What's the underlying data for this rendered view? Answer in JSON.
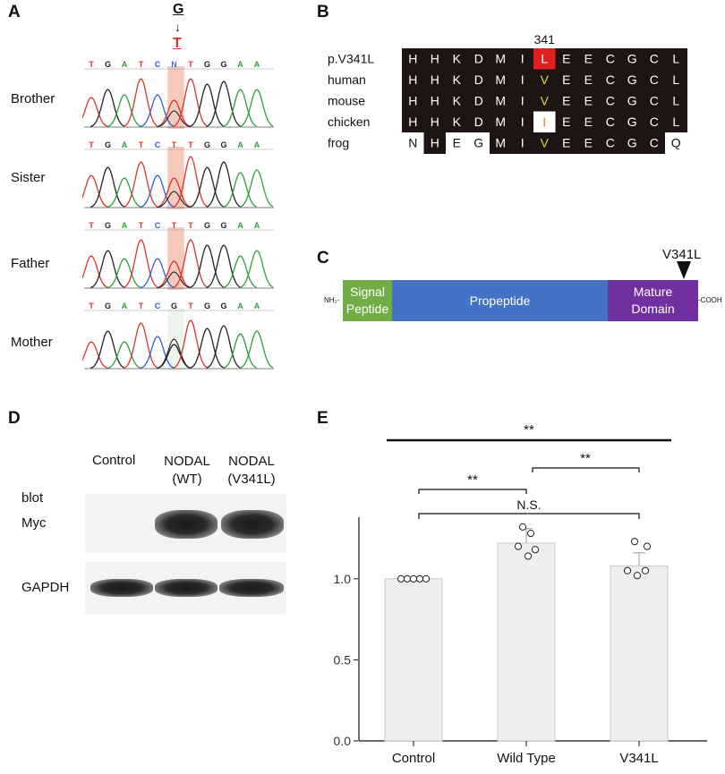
{
  "panels": {
    "a": "A",
    "b": "B",
    "c": "C",
    "d": "D",
    "e": "E"
  },
  "panel_a": {
    "mut_from": "G",
    "arrow": "↓",
    "mut_to": "T",
    "bases": [
      "T",
      "G",
      "A",
      "T",
      "C",
      "N",
      "T",
      "G",
      "G",
      "A",
      "A"
    ],
    "samples": [
      {
        "label": "Brother",
        "bases": [
          "T",
          "G",
          "A",
          "T",
          "C",
          "N",
          "T",
          "G",
          "G",
          "A",
          "A"
        ]
      },
      {
        "label": "Sister",
        "bases": [
          "T",
          "G",
          "A",
          "T",
          "C",
          "T",
          "T",
          "G",
          "G",
          "A",
          "A"
        ]
      },
      {
        "label": "Father",
        "bases": [
          "T",
          "G",
          "A",
          "T",
          "C",
          "T",
          "T",
          "G",
          "G",
          "A",
          "A"
        ]
      },
      {
        "label": "Mother",
        "bases": [
          "T",
          "G",
          "A",
          "T",
          "C",
          "G",
          "T",
          "G",
          "G",
          "A",
          "A"
        ]
      }
    ],
    "base_colors": {
      "T": "#d9342b",
      "G": "#222222",
      "A": "#2e9e3a",
      "C": "#2f5fd0",
      "N": "#3d6bd6"
    }
  },
  "panel_b": {
    "position_label": "341",
    "rows": [
      {
        "name": "p.V341L",
        "res": [
          "H",
          "H",
          "K",
          "D",
          "M",
          "I",
          "L",
          "E",
          "E",
          "C",
          "G",
          "C",
          "L"
        ]
      },
      {
        "name": "human",
        "res": [
          "H",
          "H",
          "K",
          "D",
          "M",
          "I",
          "V",
          "E",
          "E",
          "C",
          "G",
          "C",
          "L"
        ]
      },
      {
        "name": "mouse",
        "res": [
          "H",
          "H",
          "K",
          "D",
          "M",
          "I",
          "V",
          "E",
          "E",
          "C",
          "G",
          "C",
          "L"
        ]
      },
      {
        "name": "chicken",
        "res": [
          "H",
          "H",
          "K",
          "D",
          "M",
          "I",
          "I",
          "E",
          "E",
          "C",
          "G",
          "C",
          "L"
        ]
      },
      {
        "name": "frog",
        "res": [
          "N",
          "H",
          "E",
          "G",
          "M",
          "I",
          "V",
          "E",
          "E",
          "C",
          "G",
          "C",
          "Q"
        ]
      }
    ]
  },
  "panel_c": {
    "nh2": "NH₂-",
    "cooh": "-COOH",
    "signal": [
      "Signal",
      "Peptide"
    ],
    "propeptide": "Propeptide",
    "mature": [
      "Mature",
      "Domain"
    ],
    "mutation": "V341L",
    "colors": {
      "signal": "#70ad47",
      "propeptide": "#4472c4",
      "mature": "#7030a0"
    }
  },
  "panel_d": {
    "cols": [
      {
        "line1": "Control",
        "line2": ""
      },
      {
        "line1": "NODAL",
        "line2": "(WT)"
      },
      {
        "line1": "NODAL",
        "line2": "(V341L)"
      }
    ],
    "row1": [
      "blot",
      "Myc"
    ],
    "row2": "GAPDH"
  },
  "chart_data": {
    "type": "bar",
    "categories": [
      "Control",
      "Wild Type",
      "V341L"
    ],
    "values": [
      1.0,
      1.22,
      1.08
    ],
    "errors": [
      0.0,
      0.09,
      0.08
    ],
    "points": [
      [
        1.0,
        1.0,
        1.0,
        1.0,
        1.0
      ],
      [
        1.32,
        1.28,
        1.2,
        1.18,
        1.14
      ],
      [
        1.23,
        1.2,
        1.05,
        1.02,
        1.05
      ]
    ],
    "ylim": [
      0,
      1.38
    ],
    "yticks": [
      0.0,
      0.5,
      1.0
    ],
    "ytick_labels": [
      "0.0",
      "0.5",
      "1.0"
    ],
    "significance": [
      {
        "from": 0,
        "to": 2,
        "label": "**"
      },
      {
        "from": 1,
        "to": 2,
        "label": "**"
      },
      {
        "from": 0,
        "to": 1,
        "label": "**"
      },
      {
        "from": 0,
        "to": 2,
        "label": "N.S."
      }
    ],
    "bar_color": "#eeeeee"
  }
}
